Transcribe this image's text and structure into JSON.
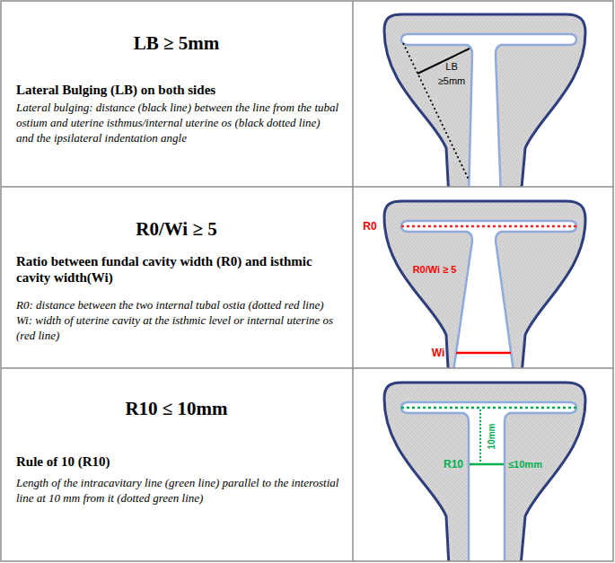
{
  "diagram": {
    "nodes": [
      {
        "text": [
          "LB ≥ 5mm",
          "Lateral Bulging (LB) on both sides",
          "Lateral bulging: distance (black line) between the line from the tubal ostium and uterine isthmus/internal uterine os (black dotted line) and the ipsilateral indentation angle"
        ]
      },
      {
        "text": [
          "R0/Wi ≥ 5",
          "Ratio between fundal cavity width (R0) and isthmic cavity width(Wi)",
          "R0: distance between the two internal tubal ostia (dotted red line) Wi: width of uterine cavity at the isthmic level or internal uterine os (red line)"
        ]
      },
      {
        "text": [
          "R10 ≤ 10mm",
          "Rule of 10 (R10)",
          "Length of the intracavitary line (green line) parallel to the interostial line at 10 mm from it (dotted green line)"
        ]
      }
    ],
    "labels": [
      "LB",
      "≥5mm",
      "R0",
      "R0/Wi ≥ 5",
      "Wi",
      "10mm",
      "R10",
      "≤10mm"
    ]
  }
}
